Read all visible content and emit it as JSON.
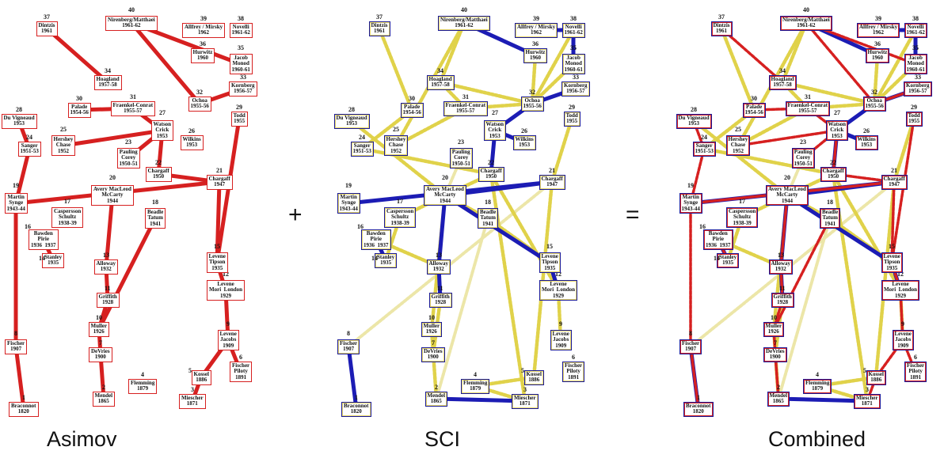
{
  "captions": {
    "asimov": "Asimov",
    "sci": "SCI",
    "combined": "Combined",
    "plus": "+",
    "equals": "="
  },
  "colors": {
    "asimov_edge": "#d62020",
    "sci_strong": "#1c1cb4",
    "sci_weak": "#e0d24a",
    "sci_faint": "#ece6a8"
  },
  "nodes": [
    {
      "id": "1",
      "label": "Braconnot\n1820"
    },
    {
      "id": "2",
      "label": "Mendel\n1865"
    },
    {
      "id": "3",
      "label": "Miescher\n1871"
    },
    {
      "id": "4",
      "label": "Flemming\n1879"
    },
    {
      "id": "5",
      "label": "Kossel\n1886"
    },
    {
      "id": "6",
      "label": "Fischer\nPiloty\n1891"
    },
    {
      "id": "7",
      "label": "DeVries\n1900"
    },
    {
      "id": "8",
      "label": "Fischer\n1907"
    },
    {
      "id": "9",
      "label": "Levene\nJacobs\n1909"
    },
    {
      "id": "10",
      "label": "Muller\n1926"
    },
    {
      "id": "11",
      "label": "Griffith\n1928"
    },
    {
      "id": "12",
      "label": "Levene\nMori  London\n1929"
    },
    {
      "id": "13",
      "label": "Alloway\n1932"
    },
    {
      "id": "14",
      "label": "Stanley\n1935"
    },
    {
      "id": "15",
      "label": "Levene\nTipson\n1935"
    },
    {
      "id": "16",
      "label": "Bawden\nPirie\n1936  1937"
    },
    {
      "id": "17",
      "label": "Caspersson\nSchultz\n1938-39"
    },
    {
      "id": "18",
      "label": "Beadle\nTatum\n1941"
    },
    {
      "id": "19",
      "label": "Martin\nSynge\n1943-44"
    },
    {
      "id": "20",
      "label": "Avery MacLeod\nMcCarty\n1944"
    },
    {
      "id": "21",
      "label": "Chargaff\n1947"
    },
    {
      "id": "22",
      "label": "Chargaff\n1950"
    },
    {
      "id": "23",
      "label": "Pauling\nCorey\n1950-51"
    },
    {
      "id": "24",
      "label": "Sanger\n1951-53"
    },
    {
      "id": "25",
      "label": "Hershey\nChase\n1952"
    },
    {
      "id": "26",
      "label": "Wilkins\n1953"
    },
    {
      "id": "27",
      "label": "Watson\nCrick\n1953"
    },
    {
      "id": "28",
      "label": "Du Vigneaud\n1953"
    },
    {
      "id": "29",
      "label": "Todd\n1955"
    },
    {
      "id": "30",
      "label": "Palade\n1954-56"
    },
    {
      "id": "31",
      "label": "Fraenkel-Conrat\n1955-57"
    },
    {
      "id": "32",
      "label": "Ochoa\n1955-56"
    },
    {
      "id": "33",
      "label": "Kornberg\n1956-57"
    },
    {
      "id": "34",
      "label": "Hoagland\n1957-58"
    },
    {
      "id": "35",
      "label": "Jacob\nMonod\n1960-61"
    },
    {
      "id": "36",
      "label": "Hurwitz\n1960"
    },
    {
      "id": "37",
      "label": "Dintzis\n1961"
    },
    {
      "id": "38",
      "label": "Novelli\n1961-62"
    },
    {
      "id": "39",
      "label": "Allfrey / Mirsky\n1962"
    },
    {
      "id": "40",
      "label": "Nirenberg/Matthaei\n1961-62"
    }
  ],
  "edges": {
    "asimov": [
      [
        "1",
        "8"
      ],
      [
        "8",
        "19"
      ],
      [
        "19",
        "21"
      ],
      [
        "21",
        "22"
      ],
      [
        "22",
        "27"
      ],
      [
        "24",
        "28"
      ],
      [
        "24",
        "19"
      ],
      [
        "2",
        "7"
      ],
      [
        "7",
        "10"
      ],
      [
        "10",
        "11"
      ],
      [
        "11",
        "13"
      ],
      [
        "13",
        "20"
      ],
      [
        "16",
        "14"
      ],
      [
        "3",
        "5"
      ],
      [
        "5",
        "9"
      ],
      [
        "9",
        "6"
      ],
      [
        "9",
        "12"
      ],
      [
        "12",
        "15"
      ],
      [
        "15",
        "29"
      ],
      [
        "15",
        "21"
      ],
      [
        "18",
        "10"
      ],
      [
        "27",
        "23"
      ],
      [
        "27",
        "25"
      ],
      [
        "27",
        "31"
      ],
      [
        "31",
        "30"
      ],
      [
        "34",
        "37"
      ],
      [
        "32",
        "40"
      ],
      [
        "32",
        "33"
      ],
      [
        "40",
        "35"
      ]
    ],
    "sci_strong": [
      [
        "1",
        "8"
      ],
      [
        "19",
        "21"
      ],
      [
        "3",
        "2"
      ],
      [
        "13",
        "20"
      ],
      [
        "13",
        "11"
      ],
      [
        "20",
        "21"
      ],
      [
        "27",
        "22"
      ],
      [
        "27",
        "26"
      ],
      [
        "32",
        "27"
      ],
      [
        "32",
        "33"
      ],
      [
        "36",
        "40"
      ],
      [
        "35",
        "38"
      ],
      [
        "38",
        "39"
      ],
      [
        "12",
        "15"
      ],
      [
        "15",
        "20"
      ],
      [
        "16",
        "14"
      ]
    ],
    "sci_weak": [
      [
        "2",
        "10"
      ],
      [
        "10",
        "20"
      ],
      [
        "3",
        "4"
      ],
      [
        "3",
        "22"
      ],
      [
        "4",
        "5"
      ],
      [
        "5",
        "21"
      ],
      [
        "21",
        "29"
      ],
      [
        "9",
        "12"
      ],
      [
        "12",
        "22"
      ],
      [
        "20",
        "17"
      ],
      [
        "17",
        "14"
      ],
      [
        "20",
        "28"
      ],
      [
        "24",
        "22"
      ],
      [
        "24",
        "30"
      ],
      [
        "25",
        "31"
      ],
      [
        "30",
        "37"
      ],
      [
        "31",
        "34"
      ],
      [
        "32",
        "34"
      ],
      [
        "40",
        "34"
      ],
      [
        "40",
        "25"
      ],
      [
        "40",
        "36"
      ],
      [
        "36",
        "32"
      ],
      [
        "35",
        "32"
      ],
      [
        "38",
        "32"
      ],
      [
        "31",
        "32"
      ],
      [
        "20",
        "18"
      ],
      [
        "13",
        "16"
      ],
      [
        "7",
        "11"
      ],
      [
        "18",
        "15"
      ],
      [
        "22",
        "20"
      ]
    ],
    "sci_faint": [
      [
        "2",
        "18"
      ],
      [
        "23",
        "20"
      ],
      [
        "8",
        "21"
      ]
    ]
  }
}
